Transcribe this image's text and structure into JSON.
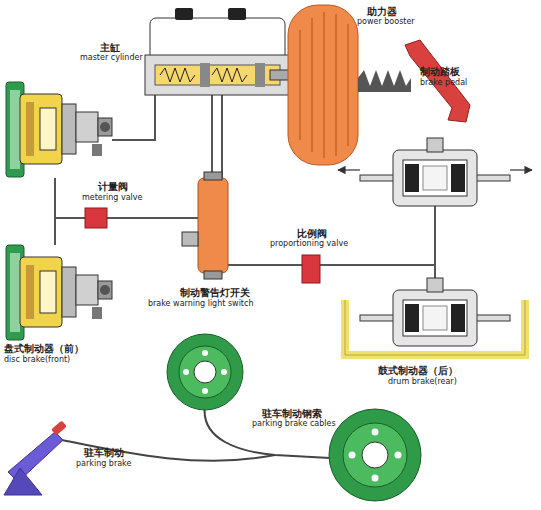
{
  "diagram": {
    "labels": [
      "主缸",
      "master cylinder",
      "助力器",
      "power booster",
      "制动踏板",
      "brake pedal",
      "计量阀",
      "metering valve",
      "比例阀",
      "proportioning valve",
      "制动警告灯开关",
      "brake warning light switch",
      "盘式制动器（前）",
      "disc brake(front)",
      "鼓式制动器（后）",
      "drum brake(rear)",
      "驻车制动钢索",
      "parking brake cables",
      "驻车制动",
      "parking brake"
    ]
  }
}
